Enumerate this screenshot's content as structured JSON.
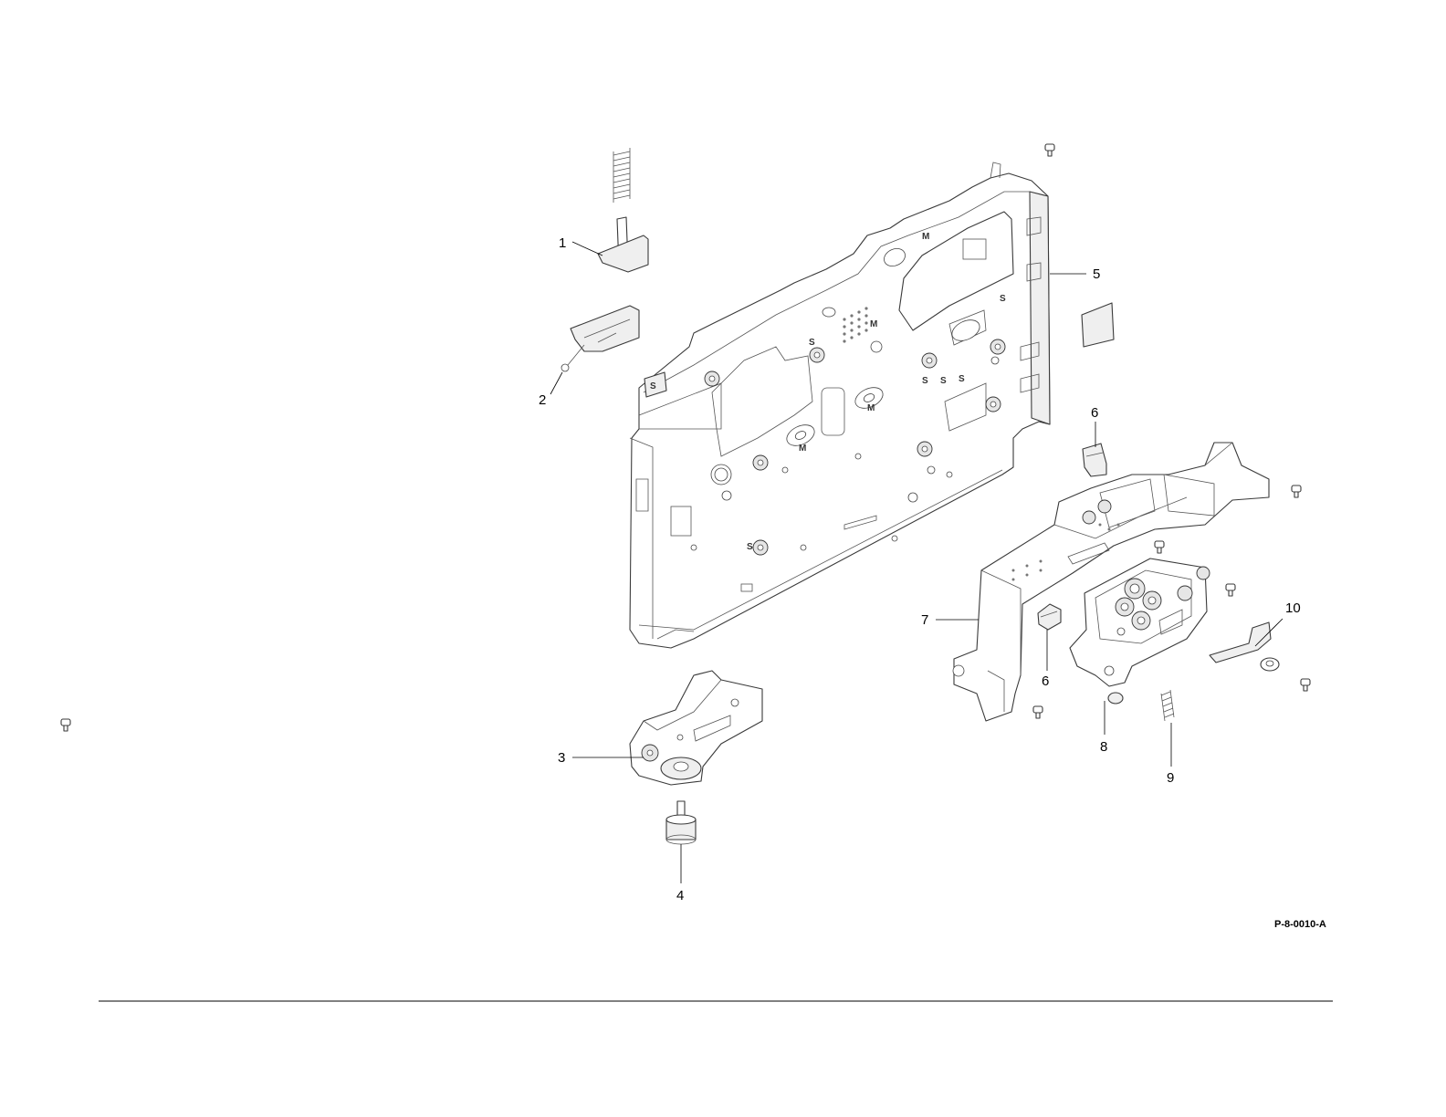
{
  "figure_id": "P-8-0010-A",
  "callouts": [
    {
      "label": "1",
      "part": "upper-actuator-with-spring"
    },
    {
      "label": "2",
      "part": "latch-bracket"
    },
    {
      "label": "3",
      "part": "lower-bracket-assembly"
    },
    {
      "label": "4",
      "part": "foot"
    },
    {
      "label": "5",
      "part": "main-frame"
    },
    {
      "label": "6",
      "part": "clip-upper"
    },
    {
      "label": "6",
      "part": "clip-lower"
    },
    {
      "label": "7",
      "part": "drive-bracket-frame"
    },
    {
      "label": "8",
      "part": "gear-housing"
    },
    {
      "label": "9",
      "part": "spring"
    },
    {
      "label": "10",
      "part": "ground-plate"
    }
  ],
  "frame_stamps": {
    "m": "M",
    "s": "S"
  }
}
